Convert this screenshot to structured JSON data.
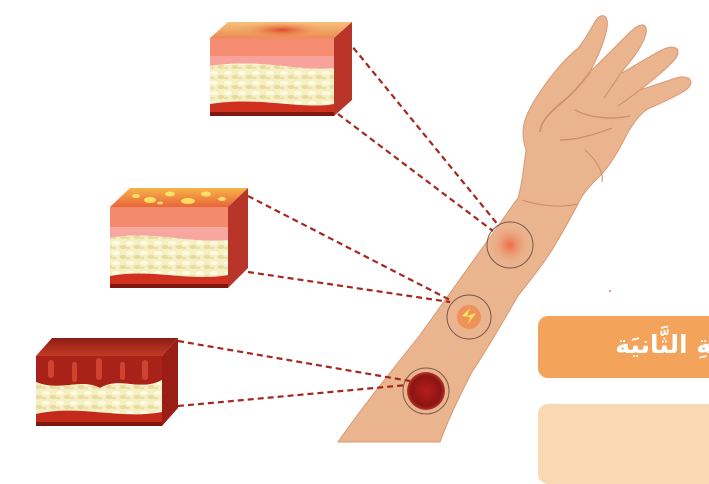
{
  "labels": {
    "burn_degree_tab": "ـةِ الثَّانيَة"
  },
  "illustration": {
    "subject": "arm-with-three-burn-depths",
    "samples": [
      "first-degree-burn",
      "second-degree-burn",
      "third-degree-burn"
    ]
  },
  "colors": {
    "skin": "#eab48f",
    "tab_orange": "#f3a35a",
    "tab_peach": "#f9d9b3",
    "dashed_line": "#a52820"
  }
}
